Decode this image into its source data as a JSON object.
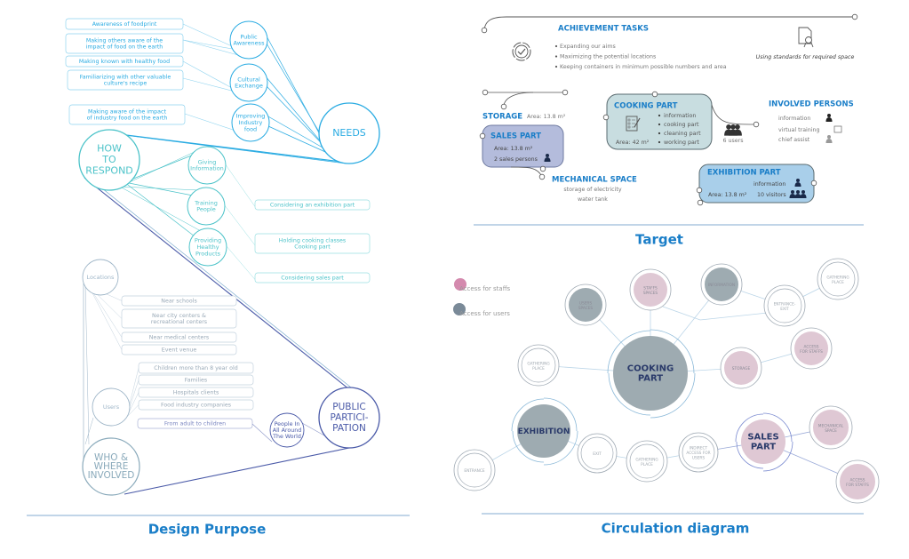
{
  "colors": {
    "needs": "#29abe2",
    "respond": "#4cc3c9",
    "who": "#9fb6c8",
    "participation": "#4a5aa8",
    "title": "#1a7ec8",
    "staff_access": "#d48aae",
    "user_access": "#7a8a98"
  },
  "design_purpose": {
    "title": "Design Purpose",
    "needs": {
      "label": "NEEDS",
      "boxes": [
        [
          "Awareness of foodprint"
        ],
        [
          "Making others aware of the",
          "impact of food on the earth"
        ],
        [
          "Making known with healthy food"
        ],
        [
          "Familiarizing with other valuable",
          "culture's recipe"
        ],
        [
          "Making aware of the impact",
          "of industry food on the earth"
        ]
      ],
      "circles": [
        [
          "Public",
          "Awareness"
        ],
        [
          "Cultural",
          "Exchange"
        ],
        [
          "Improving",
          "Industry",
          "food"
        ]
      ]
    },
    "respond": {
      "label": [
        "HOW",
        "TO",
        "RESPOND"
      ],
      "circles": [
        [
          "Giving",
          "Information"
        ],
        [
          "Training",
          "People"
        ],
        [
          "Providing",
          "Healthy",
          "Products"
        ]
      ],
      "boxes": [
        [
          "Considering an exhibition part"
        ],
        [
          "Holding cooking classes",
          "Cooking part"
        ],
        [
          "Considering sales part"
        ]
      ]
    },
    "who": {
      "label": [
        "WHO &",
        "WHERE",
        "INVOLVED"
      ],
      "locations": {
        "label": "Locations",
        "items": [
          [
            "Near schools"
          ],
          [
            "Near city centers &",
            "recreational centers"
          ],
          [
            "Near medical centers"
          ],
          [
            "Event venue"
          ]
        ]
      },
      "users": {
        "label": "Users",
        "items": [
          [
            "Children more than 8 year old"
          ],
          [
            "Families"
          ],
          [
            "Hospitals clients"
          ],
          [
            "Food industry companies"
          ],
          [
            "From adult to children"
          ]
        ]
      }
    },
    "participation": {
      "label": [
        "PUBLIC",
        "PARTICI-",
        "PATION"
      ],
      "people": [
        "People In",
        "All Around",
        "The World"
      ]
    }
  },
  "target": {
    "title": "Target",
    "achievement": {
      "heading": "ACHIEVEMENT TASKS",
      "bullets": [
        "Expanding our aims",
        "Maximizing the potential locations",
        "Keeping containers in minimum possible numbers and area"
      ],
      "standards": "Using standards for required space"
    },
    "storage": {
      "heading": "STORAGE",
      "area": "Area: 13.8 m²"
    },
    "sales": {
      "heading": "SALES PART",
      "area": "Area: 13.8 m²",
      "persons": "2 sales persons"
    },
    "mechanical": {
      "heading": "MECHANICAL SPACE",
      "lines": [
        "storage of electricity",
        "water tank"
      ]
    },
    "cooking": {
      "heading": "COOKING PART",
      "bullets": [
        "information",
        "cooking part",
        "cleaning part",
        "working part"
      ],
      "area": "Area: 42 m²",
      "users": "6 users"
    },
    "involved": {
      "heading": "INVOLVED PERSONS",
      "rows": [
        "information",
        "virtual training",
        "chief assist"
      ]
    },
    "exhibition": {
      "heading": "EXHIBITION PART",
      "info": "information",
      "area": "Area: 13.8 m²",
      "visitors": "10 visitors"
    }
  },
  "circulation": {
    "title": "Circulation diagram",
    "legend": [
      "Access for staffs",
      "Access for users"
    ],
    "nodes": [
      {
        "label": [
          "COOKING",
          "PART"
        ],
        "access": "users"
      },
      {
        "label": [
          "USERS",
          "SPACES"
        ],
        "access": "users"
      },
      {
        "label": [
          "STAFFS",
          "SPACES"
        ],
        "access": "staffs"
      },
      {
        "label": [
          "INFORMATION"
        ],
        "access": "users"
      },
      {
        "label": [
          "ENTRANCE-",
          "EXIT"
        ],
        "access": "none"
      },
      {
        "label": [
          "GATHERING",
          "PLACE"
        ],
        "access": "none"
      },
      {
        "label": [
          "STORAGE"
        ],
        "access": "staffs"
      },
      {
        "label": [
          "ACCESS",
          "FOR STAFFS"
        ],
        "access": "staffs"
      },
      {
        "label": [
          "GATHERING",
          "PLACE"
        ],
        "access": "none"
      },
      {
        "label": [
          "EXHIBITION"
        ],
        "access": "users"
      },
      {
        "label": [
          "ENTRANCE"
        ],
        "access": "none"
      },
      {
        "label": [
          "EXIT"
        ],
        "access": "none"
      },
      {
        "label": [
          "GATHERING",
          "PLACE"
        ],
        "access": "none"
      },
      {
        "label": [
          "INDIRECT",
          "ACCESS FOR",
          "USERS"
        ],
        "access": "none"
      },
      {
        "label": [
          "SALES",
          "PART"
        ],
        "access": "staffs"
      },
      {
        "label": [
          "MECHANICAL",
          "SPACE"
        ],
        "access": "staffs"
      },
      {
        "label": [
          "ACCESS",
          "FOR STAFFS"
        ],
        "access": "staffs"
      }
    ]
  }
}
